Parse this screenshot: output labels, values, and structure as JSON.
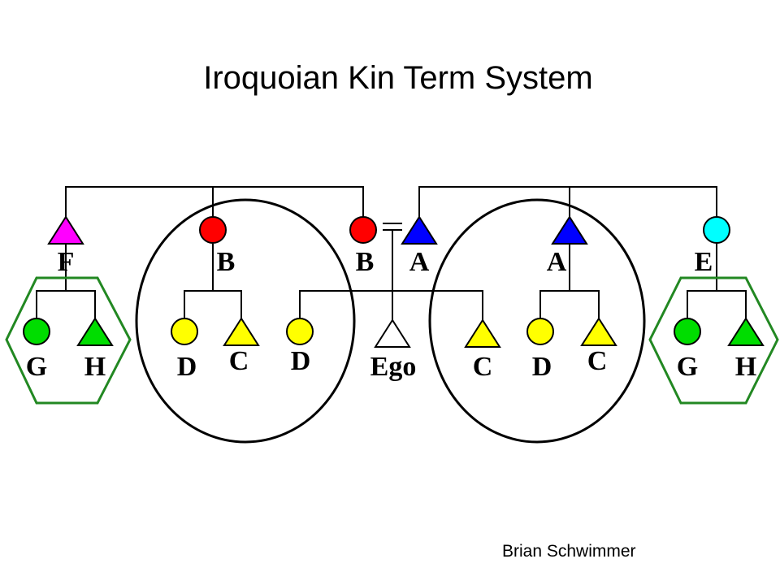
{
  "title": "Iroquoian Kin Term System",
  "author": "Brian Schwimmer",
  "colors": {
    "magenta": "#ff00ff",
    "red": "#ff0000",
    "blue": "#0000ff",
    "cyan": "#00ffff",
    "green": "#00dd00",
    "yellow": "#ffff00",
    "ego": "#ffffff",
    "group_outline_oval": "#000000",
    "group_outline_hexagon": "#228822"
  },
  "labels": {
    "F": "F",
    "B_father": "B",
    "B_mother": "B",
    "A_father": "A",
    "A_uncle": "A",
    "E": "E",
    "G_left": "G",
    "H_left": "H",
    "D_left": "D",
    "C_left": "C",
    "D_sibling": "D",
    "ego": "Ego",
    "C_sibling": "C",
    "D_right": "D",
    "C_right": "C",
    "G_right": "G",
    "H_right": "H"
  }
}
